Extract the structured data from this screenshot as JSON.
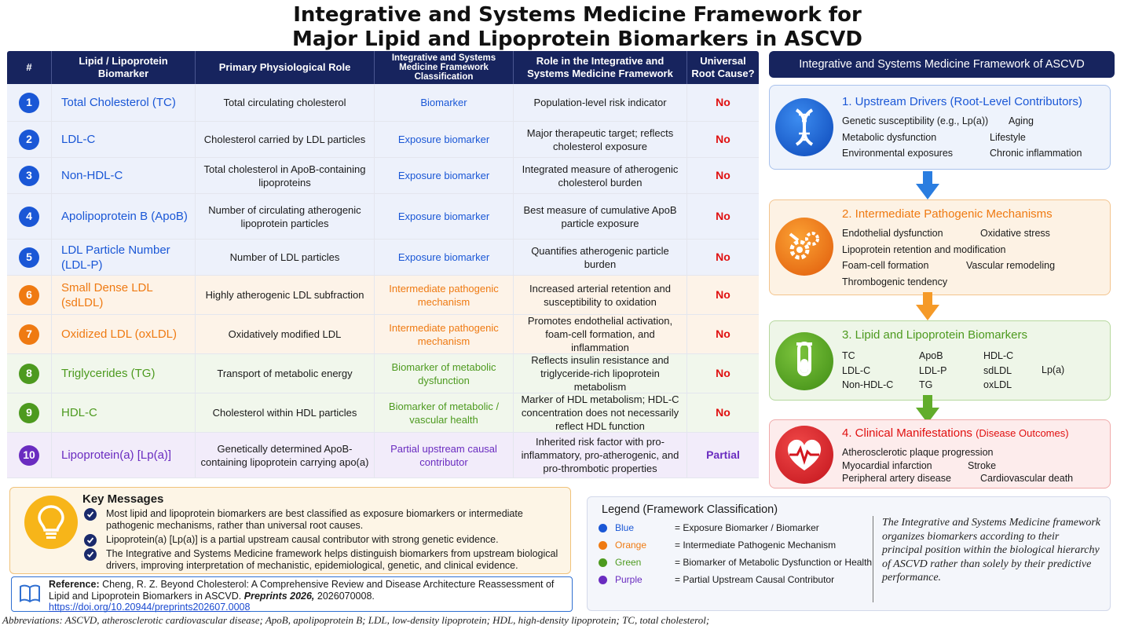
{
  "title_line1": "Integrative and Systems Medicine Framework for",
  "title_line2": "Major Lipid and Lipoprotein Biomarkers in ASCVD",
  "colors": {
    "blue": "#1a57d6",
    "orange": "#ef7a12",
    "green": "#4d9a1f",
    "purple": "#6a2cc0",
    "no_red": "#e01010",
    "navy": "#17245e"
  },
  "table": {
    "headers": [
      "#",
      "Lipid / Lipoprotein Biomarker",
      "Primary Physiological Role",
      "Integrative and Systems Medicine Framework Classification",
      "Role in the Integrative and Systems Medicine Framework",
      "Universal Root Cause?"
    ],
    "rows": [
      {
        "num": "1",
        "name": "Total Cholesterol (TC)",
        "role": "Total circulating cholesterol",
        "cls": "Biomarker",
        "fw": "Population-level risk indicator",
        "root": "No",
        "color": "blue"
      },
      {
        "num": "2",
        "name": "LDL-C",
        "role": "Cholesterol carried by LDL particles",
        "cls": "Exposure biomarker",
        "fw": "Major therapeutic target; reflects cholesterol exposure",
        "root": "No",
        "color": "blue"
      },
      {
        "num": "3",
        "name": "Non-HDL-C",
        "role": "Total cholesterol in ApoB-containing lipoproteins",
        "cls": "Exposure biomarker",
        "fw": "Integrated measure of atherogenic cholesterol burden",
        "root": "No",
        "color": "blue"
      },
      {
        "num": "4",
        "name": "Apolipoprotein B (ApoB)",
        "role": "Number of circulating atherogenic lipoprotein particles",
        "cls": "Exposure biomarker",
        "fw": "Best measure of cumulative ApoB particle exposure",
        "root": "No",
        "color": "blue"
      },
      {
        "num": "5",
        "name": "LDL Particle Number (LDL-P)",
        "role": "Number of LDL particles",
        "cls": "Exposure biomarker",
        "fw": "Quantifies atherogenic particle burden",
        "root": "No",
        "color": "blue"
      },
      {
        "num": "6",
        "name": "Small Dense LDL (sdLDL)",
        "role": "Highly atherogenic LDL subfraction",
        "cls": "Intermediate pathogenic mechanism",
        "fw": "Increased arterial retention and susceptibility to oxidation",
        "root": "No",
        "color": "orange"
      },
      {
        "num": "7",
        "name": "Oxidized LDL (oxLDL)",
        "role": "Oxidatively modified LDL",
        "cls": "Intermediate pathogenic mechanism",
        "fw": "Promotes endothelial activation, foam-cell formation, and inflammation",
        "root": "No",
        "color": "orange"
      },
      {
        "num": "8",
        "name": "Triglycerides (TG)",
        "role": "Transport of metabolic energy",
        "cls": "Biomarker of metabolic dysfunction",
        "fw": "Reflects insulin resistance and triglyceride-rich lipoprotein metabolism",
        "root": "No",
        "color": "green"
      },
      {
        "num": "9",
        "name": "HDL-C",
        "role": "Cholesterol within HDL particles",
        "cls": "Biomarker of metabolic / vascular health",
        "fw": "Marker of HDL metabolism; HDL-C concentration does not necessarily reflect HDL function",
        "root": "No",
        "color": "green"
      },
      {
        "num": "10",
        "name": "Lipoprotein(a) [Lp(a)]",
        "role": "Genetically determined ApoB-containing lipoprotein carrying apo(a)",
        "cls": "Partial upstream causal contributor",
        "fw": "Inherited risk factor with pro-inflammatory, pro-atherogenic, and pro-thrombotic properties",
        "root": "Partial",
        "color": "purple"
      }
    ]
  },
  "framework": {
    "heading": "Integrative and Systems Medicine Framework of ASCVD",
    "card1": {
      "title": "1. Upstream Drivers (Root-Level Contributors)",
      "icon": "dna-icon",
      "lines": [
        [
          "Genetic susceptibility (e.g., Lp(a))",
          "Aging"
        ],
        [
          "Metabolic dysfunction",
          "Lifestyle"
        ],
        [
          "Environmental exposures",
          "Chronic inflammation"
        ]
      ]
    },
    "card2": {
      "title": "2. Intermediate Pathogenic Mechanisms",
      "icon": "gears-icon",
      "lines": [
        [
          "Endothelial dysfunction",
          "Oxidative stress"
        ],
        [
          "Lipoprotein retention and modification"
        ],
        [
          "Foam-cell formation",
          "Vascular remodeling"
        ],
        [
          "Thrombogenic tendency"
        ]
      ]
    },
    "card3": {
      "title": "3. Lipid and Lipoprotein Biomarkers",
      "icon": "test-tube-icon",
      "col1": [
        "TC",
        "LDL-C",
        "Non-HDL-C"
      ],
      "col2": [
        "ApoB",
        "LDL-P",
        "TG"
      ],
      "col3": [
        "HDL-C",
        "sdLDL",
        "oxLDL"
      ],
      "col4": [
        "Lp(a)"
      ]
    },
    "card4": {
      "title": "4. Clinical Manifestations",
      "subtitle": "(Disease Outcomes)",
      "icon": "heart-pulse-icon",
      "lines": [
        [
          "Atherosclerotic plaque progression"
        ],
        [
          "Myocardial infarction",
          "Stroke"
        ],
        [
          "Peripheral artery disease",
          "Cardiovascular death"
        ]
      ]
    }
  },
  "key": {
    "title": "Key Messages",
    "items": [
      "Most lipid and lipoprotein biomarkers are best classified as exposure biomarkers or intermediate pathogenic mechanisms, rather than universal root causes.",
      "Lipoprotein(a) [Lp(a)] is a partial upstream causal contributor with strong genetic evidence.",
      "The Integrative and Systems Medicine framework helps distinguish biomarkers from upstream biological drivers, improving interpretation of mechanistic, epidemiological, genetic, and clinical evidence."
    ]
  },
  "reference": {
    "label": "Reference:",
    "text": "Cheng, R. Z. Beyond Cholesterol: A Comprehensive Review and Disease Architecture Reassessment of Lipid and Lipoprotein Biomarkers in ASCVD.",
    "journal": "Preprints 2026,",
    "id": "2026070008.",
    "link": "https://doi.org/10.20944/preprints202607.0008"
  },
  "legend": {
    "title": "Legend (Framework Classification)",
    "rows": [
      {
        "name": "Blue",
        "desc": "= Exposure Biomarker / Biomarker",
        "color": "blue"
      },
      {
        "name": "Orange",
        "desc": "= Intermediate Pathogenic Mechanism",
        "color": "orange"
      },
      {
        "name": "Green",
        "desc": "= Biomarker of Metabolic Dysfunction or Health",
        "color": "green"
      },
      {
        "name": "Purple",
        "desc": "= Partial Upstream Causal Contributor",
        "color": "purple"
      }
    ],
    "quote": "The Integrative and Systems Medicine framework organizes biomarkers according to their principal position within the biological hierarchy of ASCVD rather than solely by their predictive performance."
  },
  "abbreviations": "Abbreviations: ASCVD, atherosclerotic cardiovascular disease; ApoB, apolipoprotein B; LDL, low-density lipoprotein; HDL, high-density lipoprotein; TC, total cholesterol;"
}
